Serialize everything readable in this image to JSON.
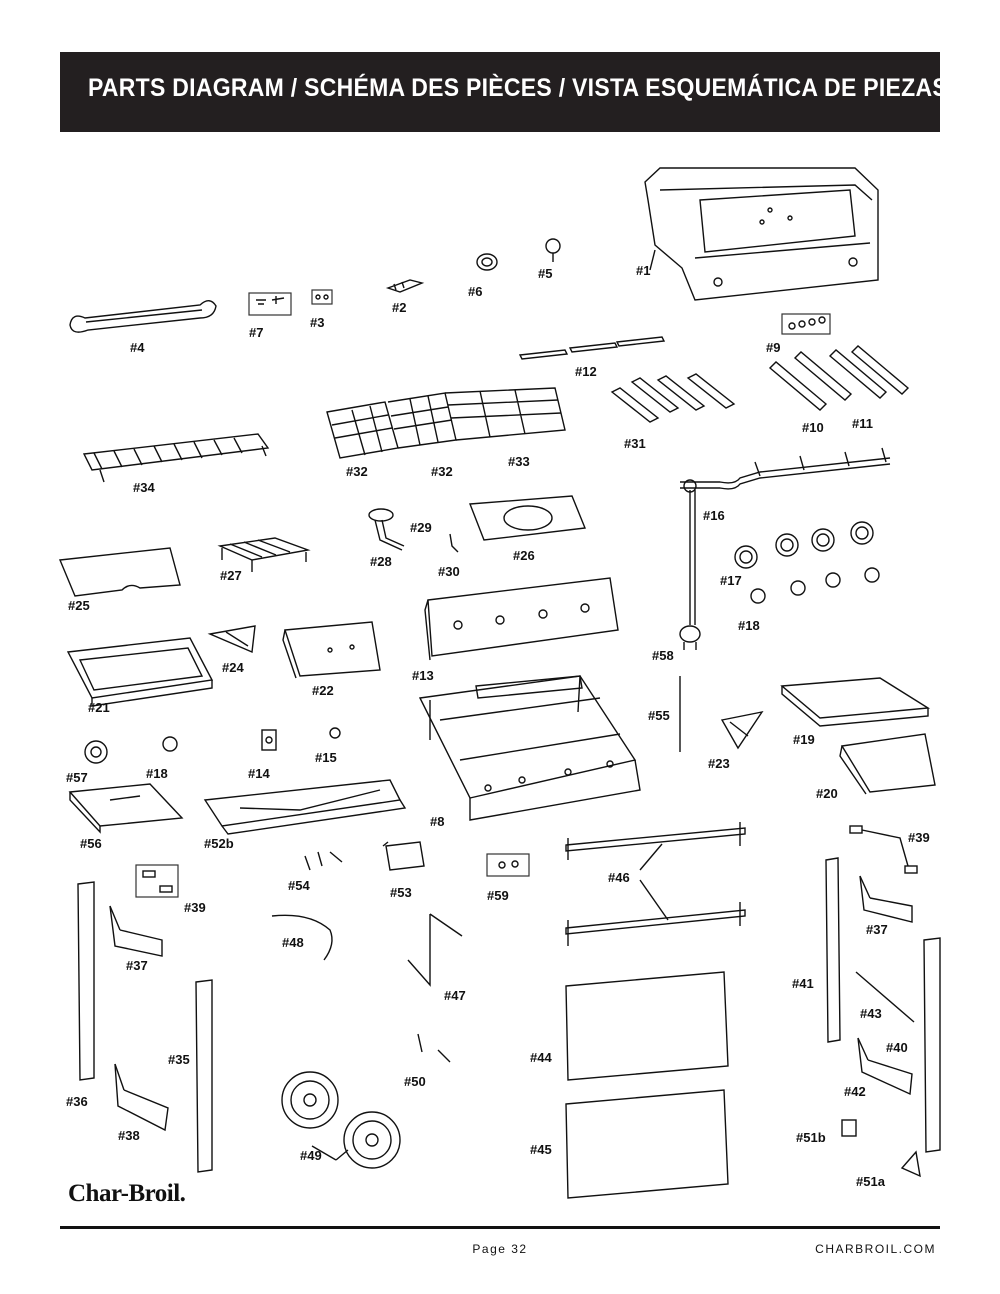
{
  "header": {
    "title": "PARTS DIAGRAM / SCHÉMA DES PIÈCES / VISTA ESQUEMÁTICA DE PIEZAS"
  },
  "parts": {
    "p1": "#1",
    "p2": "#2",
    "p3": "#3",
    "p4": "#4",
    "p5": "#5",
    "p6": "#6",
    "p7": "#7",
    "p8": "#8",
    "p9": "#9",
    "p10": "#10",
    "p11": "#11",
    "p12": "#12",
    "p13": "#13",
    "p14": "#14",
    "p15": "#15",
    "p16": "#16",
    "p17": "#17",
    "p18a": "#18",
    "p18b": "#18",
    "p19": "#19",
    "p20": "#20",
    "p21": "#21",
    "p22": "#22",
    "p23": "#23",
    "p24": "#24",
    "p25": "#25",
    "p26": "#26",
    "p27": "#27",
    "p28": "#28",
    "p29": "#29",
    "p30": "#30",
    "p31": "#31",
    "p32a": "#32",
    "p32b": "#32",
    "p33": "#33",
    "p34": "#34",
    "p35": "#35",
    "p36": "#36",
    "p37a": "#37",
    "p37b": "#37",
    "p38": "#38",
    "p39a": "#39",
    "p39b": "#39",
    "p40": "#40",
    "p41": "#41",
    "p42": "#42",
    "p43": "#43",
    "p44": "#44",
    "p45": "#45",
    "p46": "#46",
    "p47": "#47",
    "p48": "#48",
    "p49": "#49",
    "p50": "#50",
    "p51a": "#51a",
    "p51b": "#51b",
    "p52b": "#52b",
    "p53": "#53",
    "p54": "#54",
    "p55": "#55",
    "p56": "#56",
    "p57": "#57",
    "p58": "#58",
    "p59": "#59"
  },
  "footer": {
    "brand": "Char-Broil.",
    "page": "Page 32",
    "site": "CHARBROIL.COM"
  }
}
